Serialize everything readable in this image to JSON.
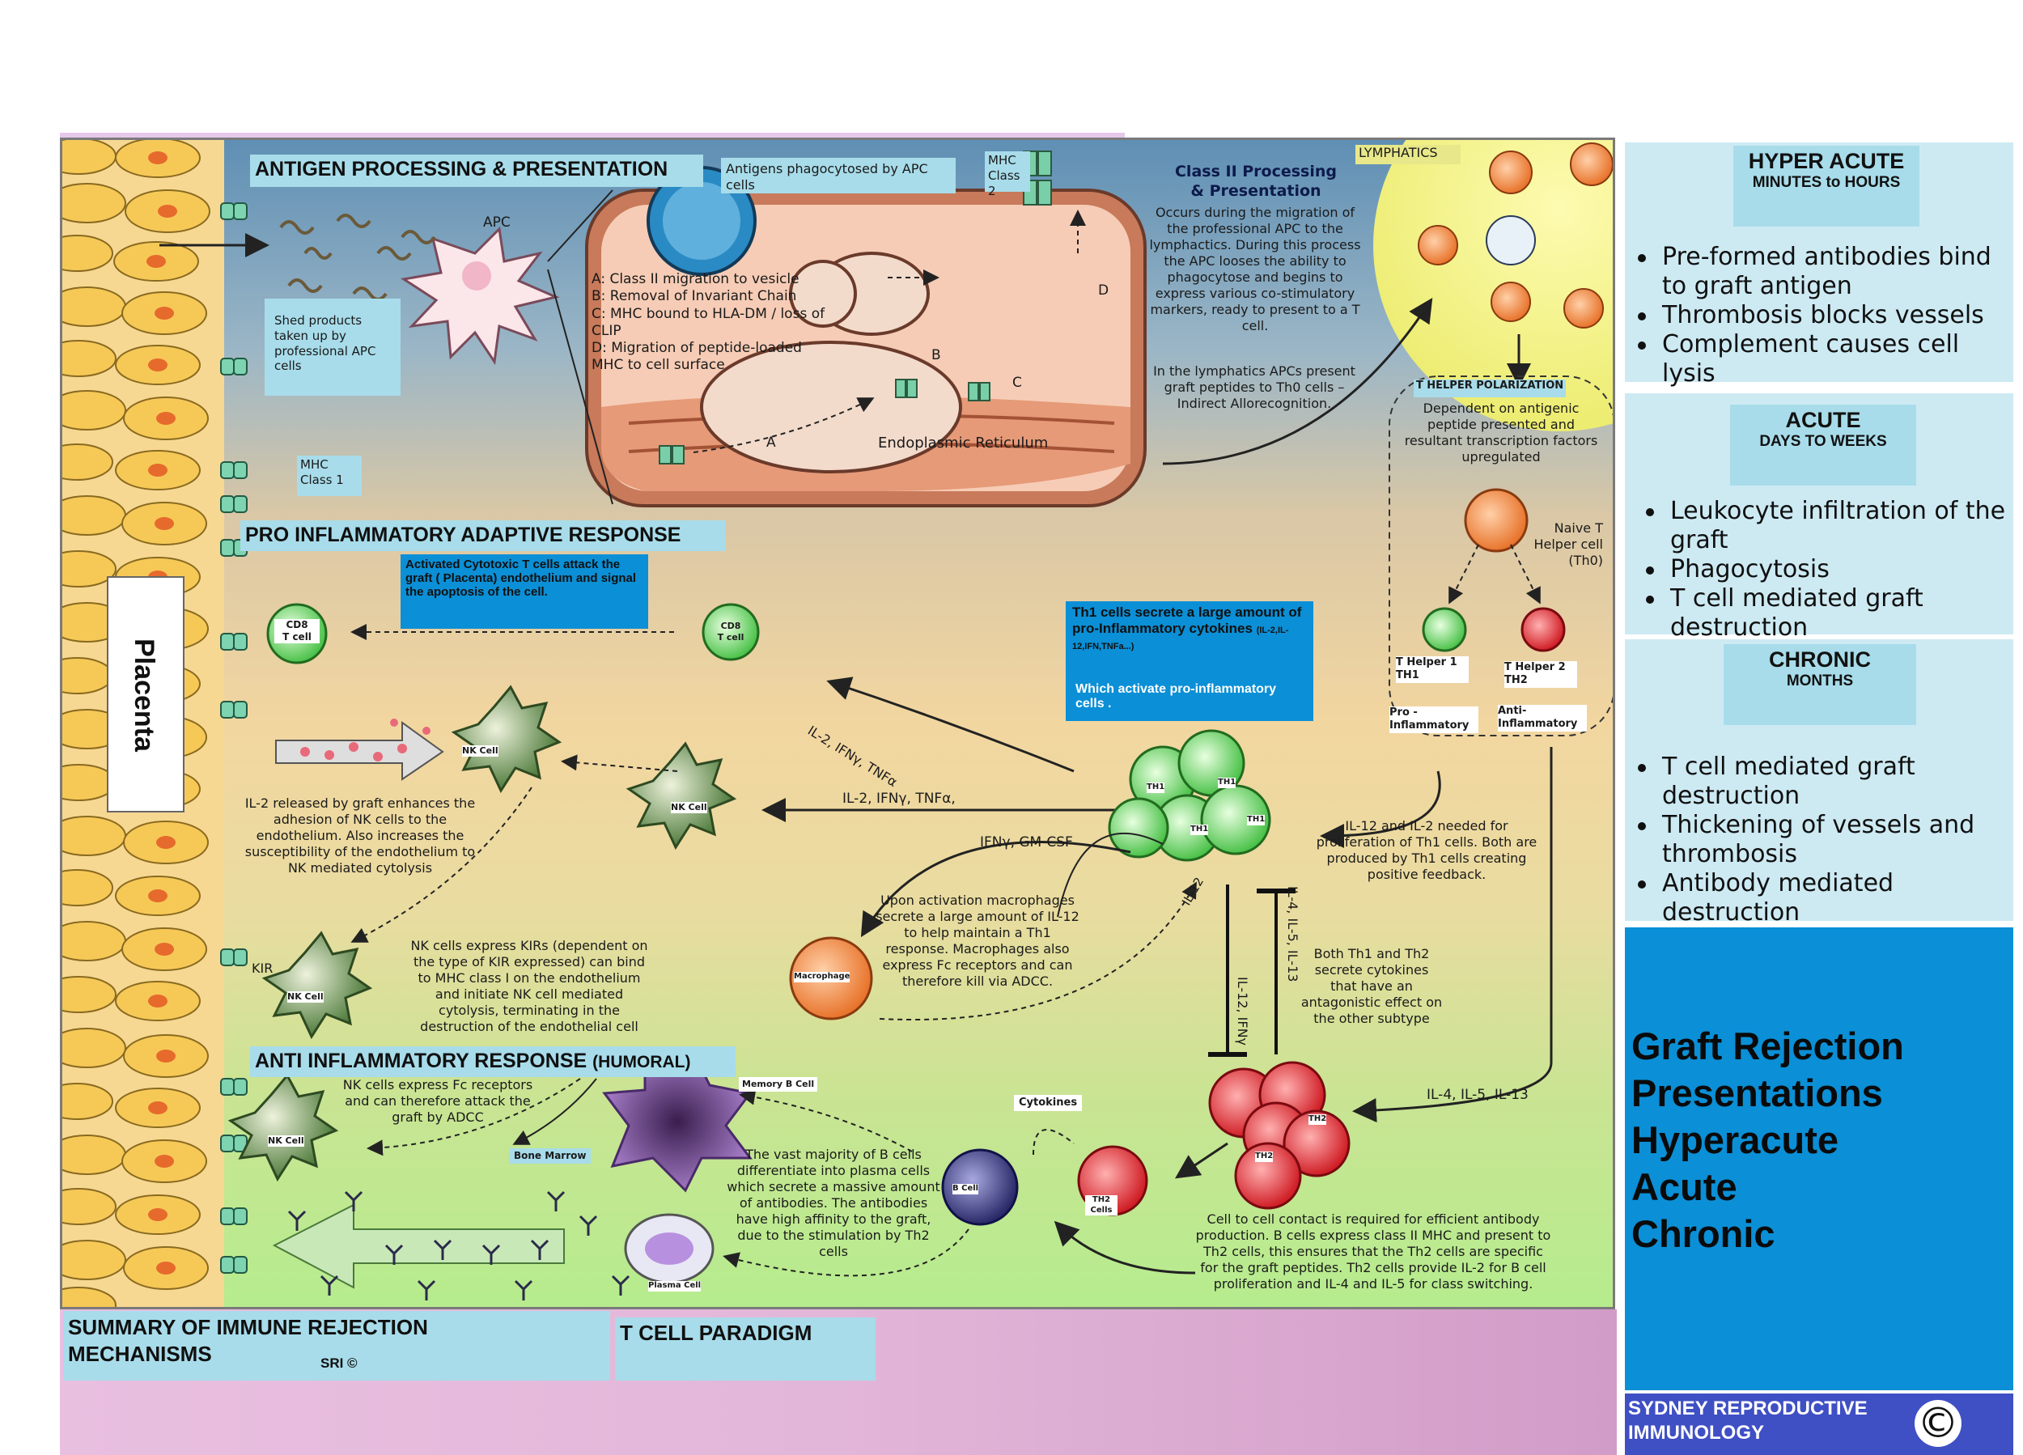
{
  "headings": {
    "antigen": "ANTIGEN PROCESSING & PRESENTATION",
    "pro": "PRO INFLAMMATORY ADAPTIVE RESPONSE",
    "anti_main": "ANTI INFLAMMATORY RESPONSE",
    "anti_sub": "(HUMORAL)",
    "placenta": "Placenta",
    "lymphatics": "LYMPHATICS"
  },
  "antigen": {
    "phagocytosed": "Antigens phagocytosed by APC cells",
    "apc": "APC",
    "shed": "Shed products taken up by professional APC cells",
    "mhc1": "MHC Class 1",
    "mhc2": "MHC Class 2",
    "steps": "A: Class II migration to vesicle\nB: Removal of Invariant Chain\nC: MHC bound to HLA-DM / loss of CLIP\nD: Migration of peptide-loaded MHC to cell surface",
    "er": "Endoplasmic Reticulum",
    "letter_a": "A",
    "letter_b": "B",
    "letter_c": "C",
    "letter_d": "D",
    "class2_title": "Class II Processing\n& Presentation",
    "class2_body": "Occurs during the migration of the professional APC to the lymphactics. During this process the APC looses the ability to phagocytose and begins to express various co-stimulatory markers, ready to present to a T cell.",
    "lymph_body": "In the lymphatics APCs present graft peptides to Th0 cells – Indirect Allorecognition."
  },
  "thelper": {
    "title": "T HELPER POLARIZATION",
    "body": "Dependent on antigenic peptide presented and resultant transcription factors upregulated",
    "naive": "Naive T\nHelper cell\n(Th0)",
    "th1": "T Helper 1\nTH1",
    "th2": "T Helper 2\nTH2",
    "pro": "Pro -\nInflammatory",
    "anti": "Anti-\nInflammatory"
  },
  "pro": {
    "activated": "Activated Cytotoxic T cells attack the graft ( Placenta) endothelium and signal the apoptosis of the cell.",
    "cd8": "CD8\nT cell",
    "th1_secrete": "Th1 cells secrete a large amount of pro-Inflammatory cytokines",
    "th1_secrete_small": "(IL-2,IL-12,IFN,TNFa...)",
    "which_activate": "Which activate pro-inflammatory cells .",
    "il2_diag": "IL-2, IFNγ, TNFα",
    "il2_mid": "IL-2, IFNγ, TNFα,",
    "ifn_gmcsf": "IFNγ, GM-CSF",
    "nk": "NK Cell",
    "nk_short": "NK  Cell",
    "il2_released": "IL-2 released by graft enhances the adhesion of NK cells to the endothelium. Also increases the susceptibility of the endothelium to NK mediated cytolysis",
    "nk_kir": "NK cells express KIRs (dependent on the type of KIR expressed) can bind to MHC class I on the endothelium and initiate NK cell mediated cytolysis, terminating in the destruction of the endothelial cell",
    "kir": "KIR",
    "macrophage": "Macrophage",
    "macro_text": "Upon activation macrophages secrete a large amount of IL-12 to help maintain a Th1 response. Macrophages also express Fc receptors and can therefore kill via ADCC.",
    "il12_needed": "IL-12 and IL-2 needed for proliferation of Th1 cells. Both are produced by Th1 cells creating positive feedback.",
    "il12": "IL-12",
    "il4513": "IL-4, IL-5, IL-13",
    "il12ifn": "IL-12, IFNγ",
    "both": "Both Th1 and Th2 secrete cytokines that have an antagonistic effect on the other subtype",
    "th1": "TH1"
  },
  "anti": {
    "nk_fc": "NK cells express Fc receptors and can therefore attack the graft by ADCC",
    "memory": "Memory B Cell",
    "bone": "Bone Marrow",
    "cytokines": "Cytokines",
    "majority": "The vast majority of B cells differentiate into plasma cells which secrete a massive amount of antibodies. The antibodies have high affinity to the graft, due to the stimulation by Th2 cells",
    "bcell": "B Cell",
    "th2cells": "TH2\nCells",
    "th2": "TH2",
    "plasma": "Plasma Cell",
    "il4513b": "IL-4, IL-5, IL-13",
    "contact": "Cell to cell contact is required for efficient antibody production. B cells express class II MHC and present to Th2 cells, this ensures that the Th2 cells are specific for the graft peptides. Th2 cells provide IL-2 for B cell proliferation and IL-4 and IL-5 for class switching."
  },
  "bottom": {
    "summary": "SUMMARY OF IMMUNE REJECTION\nMECHANISMS",
    "sri": "SRI ©",
    "paradigm": "T  CELL  PARADIGM"
  },
  "right": {
    "hyper_title": "HYPER ACUTE",
    "hyper_sub": "MINUTES to HOURS",
    "hyper_items": [
      "Pre-formed antibodies bind to graft antigen",
      "Thrombosis blocks vessels",
      "Complement causes cell lysis"
    ],
    "acute_title": "ACUTE",
    "acute_sub": "DAYS TO WEEKS",
    "acute_items": [
      "Leukocyte infiltration of the graft",
      "Phagocytosis",
      "T cell mediated graft destruction"
    ],
    "chronic_title": "CHRONIC",
    "chronic_sub": "MONTHS",
    "chronic_items": [
      "T cell mediated graft destruction",
      "Thickening of vessels and thrombosis",
      "Antibody mediated destruction"
    ],
    "pres_lines": [
      "Graft Rejection",
      "Presentations",
      "Hyperacute",
      "Acute",
      "Chronic"
    ],
    "org": "SYDNEY REPRODUCTIVE\nIMMUNOLOGY",
    "copyright": "©"
  }
}
